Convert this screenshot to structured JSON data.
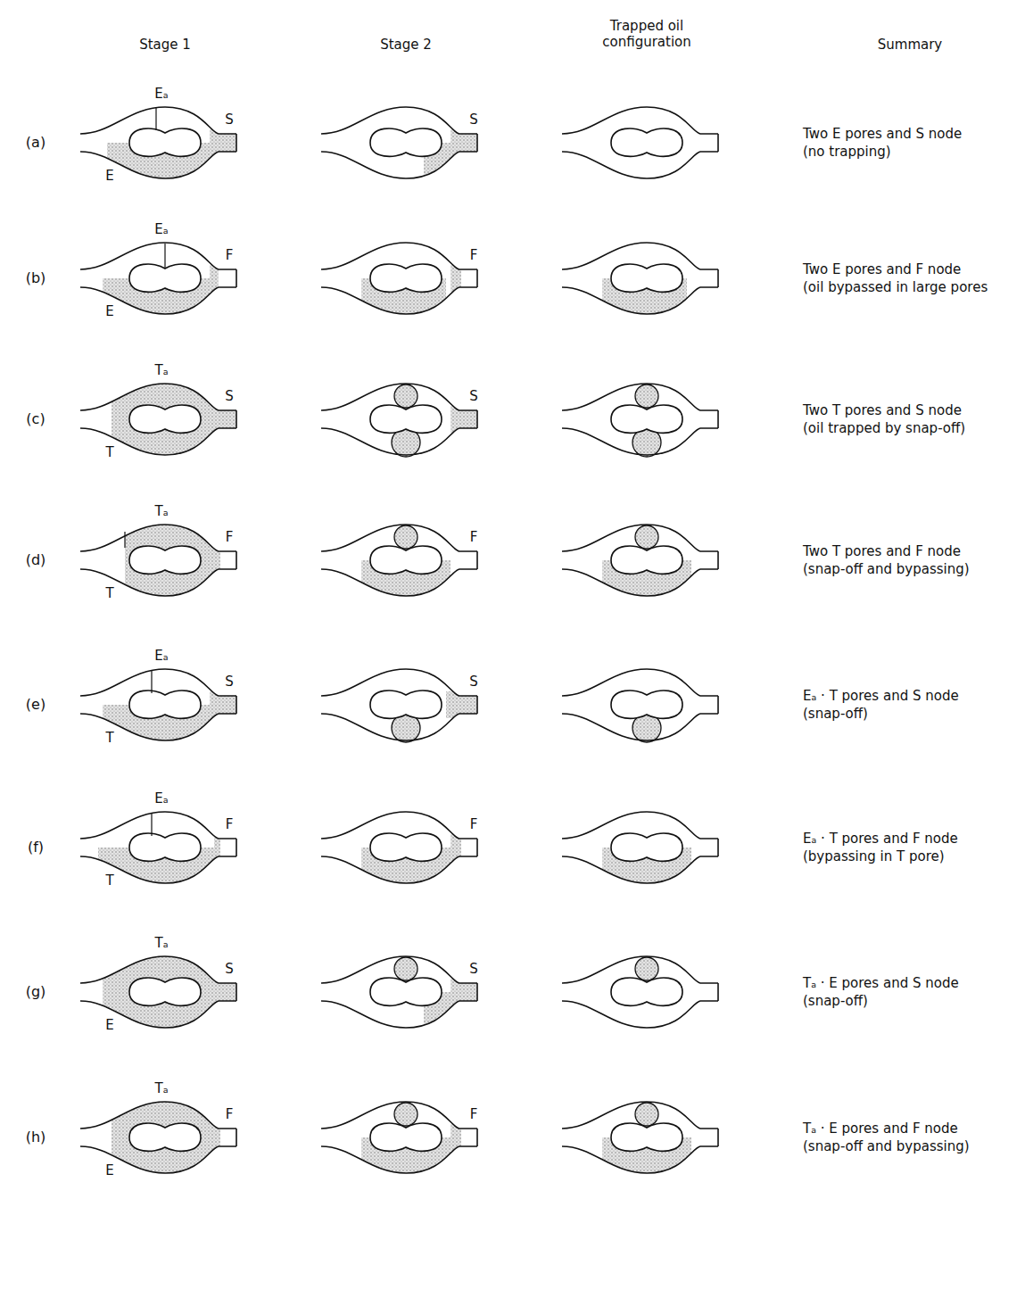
{
  "diagram": {
    "labels": [
      "Stage 1",
      "Stage 2",
      "Trapped oil configuration",
      "Summary",
      "(a)",
      "Eₐ",
      "S",
      "E",
      "S",
      "Two E pores and S node",
      "(no trapping)",
      "(b)",
      "Eₐ",
      "F",
      "E",
      "F",
      "Two E pores and F node",
      "(oil bypassed in large pores",
      "(c)",
      "Tₐ",
      "S",
      "T",
      "S",
      "Two T pores and S node",
      "(oil trapped by snap-off)",
      "(d)",
      "Tₐ",
      "F",
      "T",
      "F",
      "Two T pores and F node",
      "(snap-off and bypassing)",
      "(e)",
      "Eₐ",
      "S",
      "T",
      "S",
      "Eₐ · T pores and S node",
      "(snap-off)",
      "(f)",
      "Eₐ",
      "F",
      "T",
      "F",
      "Eₐ · T pores and F node",
      "(bypassing in T pore)",
      "(g)",
      "Tₐ",
      "S",
      "E",
      "S",
      "Tₐ · E pores and S node",
      "(snap-off)",
      "(h)",
      "Tₐ",
      "F",
      "E",
      "F",
      "Tₐ · E pores and F node",
      "(snap-off and bypassing)"
    ]
  }
}
